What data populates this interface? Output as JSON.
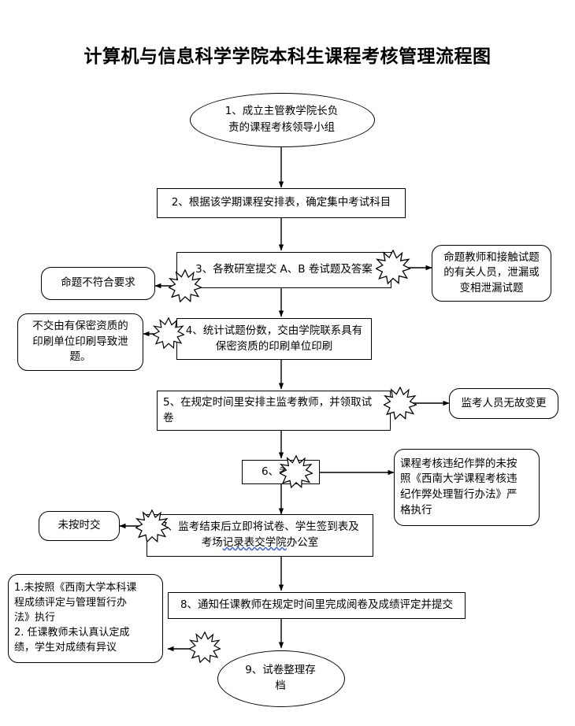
{
  "document": {
    "title": "计算机与信息科学学院本科生课程考核管理流程图"
  },
  "flowchart": {
    "type": "flowchart",
    "orientation": "top-to-bottom",
    "nodes": [
      {
        "id": "step1",
        "shape": "ellipse",
        "label": "1、成立主管教学院长负\n责的课程考核领导小组"
      },
      {
        "id": "step2",
        "shape": "rectangle",
        "label": "2、根据该学期课程安排表，确定集中考试科目"
      },
      {
        "id": "step3",
        "shape": "rectangle",
        "label": "3、各教研室提交 A、B 卷试题及答案"
      },
      {
        "id": "note3_left",
        "shape": "rounded-rectangle",
        "label": "命题不符合要求"
      },
      {
        "id": "note3_right",
        "shape": "rounded-rectangle",
        "label": "命题教师和接触试题\n的有关人员，泄漏或\n变相泄漏试题"
      },
      {
        "id": "step4",
        "shape": "rectangle",
        "label": "4、统计试题份数，交由学院联系具有\n保密资质的印刷单位印刷"
      },
      {
        "id": "note4_left",
        "shape": "rounded-rectangle",
        "label": "不交由有保密资质的\n印刷单位印刷导致泄\n题。"
      },
      {
        "id": "step5",
        "shape": "rectangle",
        "label": "5、在规定时间里安排主监考教师，并领取试\n卷"
      },
      {
        "id": "note5_right",
        "shape": "rounded-rectangle",
        "label": "监考人员无故变更"
      },
      {
        "id": "step6",
        "shape": "rectangle",
        "label": "6、考试"
      },
      {
        "id": "note6_right",
        "shape": "rounded-rectangle",
        "label": "课程考核违纪作弊的未按\n照《西南大学课程考核违\n纪作弊处理暂行办法》严\n格执行"
      },
      {
        "id": "step7",
        "shape": "rectangle",
        "label_part1": "7、监考结束后立即将试卷、学生签到表及\n考场",
        "label_spell": "记录表交学院",
        "label_part2": "办公室"
      },
      {
        "id": "note7_left",
        "shape": "rounded-rectangle",
        "label": "未按时交"
      },
      {
        "id": "step8",
        "shape": "rectangle",
        "label": "8、通知任课教师在规定时间里完成阅卷及成绩评定并提交"
      },
      {
        "id": "note8_left",
        "shape": "rounded-rectangle",
        "label": "1.未按照《西南大学本科课\n程成绩评定与管理暂行办\n法》执行\n2.  任课教师未认真认定成\n绩，学生对成绩有异议"
      },
      {
        "id": "step9",
        "shape": "ellipse",
        "label": "9、试卷整理存\n档"
      }
    ],
    "connectors": [
      {
        "from": "step1",
        "to": "step2",
        "direction": "down",
        "arrow": true
      },
      {
        "from": "step2",
        "to": "step3",
        "direction": "down",
        "arrow": true
      },
      {
        "from": "step3",
        "to": "note3_left",
        "direction": "left",
        "arrow": true,
        "marker": "explosion"
      },
      {
        "from": "step3",
        "to": "note3_right",
        "direction": "right",
        "arrow": true,
        "marker": "explosion"
      },
      {
        "from": "step3",
        "to": "step4",
        "direction": "down",
        "arrow": true
      },
      {
        "from": "step4",
        "to": "note4_left",
        "direction": "left",
        "arrow": true,
        "marker": "explosion"
      },
      {
        "from": "step4",
        "to": "step5",
        "direction": "down",
        "arrow": true
      },
      {
        "from": "step5",
        "to": "note5_right",
        "direction": "right",
        "arrow": true,
        "marker": "explosion"
      },
      {
        "from": "step5",
        "to": "step6",
        "direction": "down",
        "arrow": true
      },
      {
        "from": "step6",
        "to": "note6_right",
        "direction": "right",
        "arrow": true,
        "marker": "explosion"
      },
      {
        "from": "step6",
        "to": "step7",
        "direction": "down",
        "arrow": true
      },
      {
        "from": "step7",
        "to": "note7_left",
        "direction": "left",
        "arrow": true,
        "marker": "explosion"
      },
      {
        "from": "step7",
        "to": "step8",
        "direction": "down",
        "arrow": true
      },
      {
        "from": "step8",
        "to": "note8_left",
        "direction": "left",
        "arrow": true,
        "marker": "explosion"
      },
      {
        "from": "step8",
        "to": "step9",
        "direction": "down",
        "arrow": true
      }
    ],
    "colors": {
      "stroke": "#000000",
      "fill": "#ffffff",
      "text": "#000000",
      "spellcheck_underline": "#3355cc"
    }
  }
}
